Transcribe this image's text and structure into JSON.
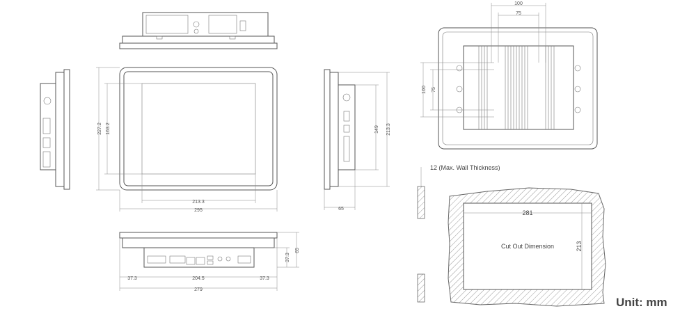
{
  "dims": {
    "front_height_outer": "227.2",
    "front_height_inner": "163.2",
    "front_width_inner": "213.3",
    "front_width_outer": "295",
    "side_height_outer": "213.3",
    "side_height_inner": "149",
    "side_depth": "65",
    "bottom_depth": "65",
    "bottom_offset_left": "37.3",
    "bottom_span": "204.5",
    "bottom_offset_right": "37.3",
    "bottom_height": "37.3",
    "bottom_width": "279",
    "vesa_outer": "100",
    "vesa_inner": "75",
    "vesa_outer_v": "100",
    "vesa_inner_v": "75",
    "cutout_width": "281",
    "cutout_height": "213"
  },
  "labels": {
    "wall_thickness": "12 (Max. Wall Thickness)",
    "cutout": "Cut Out Dimension",
    "unit": "Unit: mm"
  }
}
